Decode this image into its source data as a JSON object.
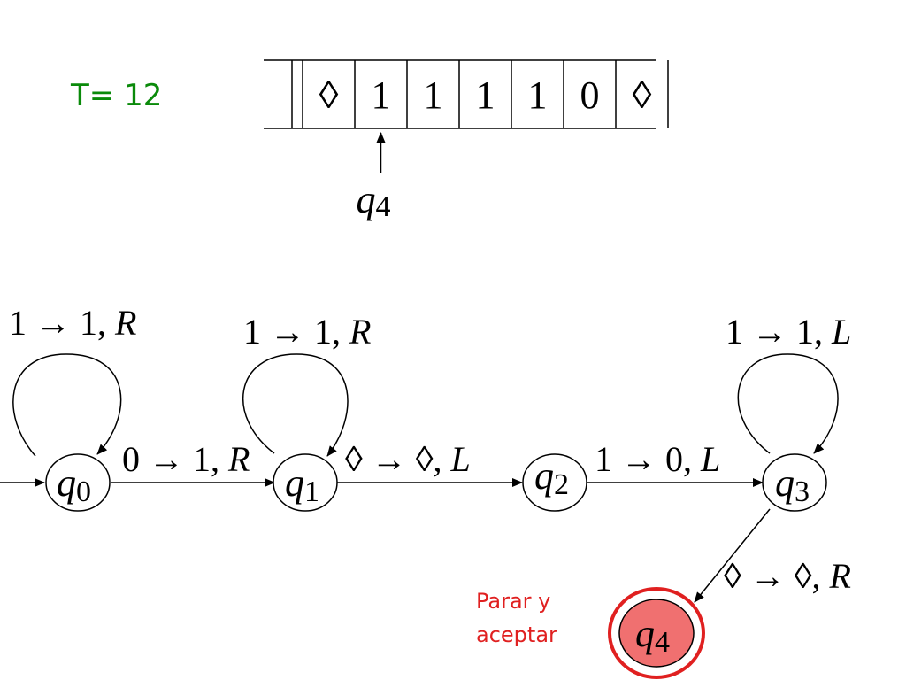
{
  "time": {
    "label": "T= 12"
  },
  "tape": {
    "cells": [
      "◊",
      "1",
      "1",
      "1",
      "1",
      "0",
      "◊"
    ],
    "head_position": 1,
    "head_state_var": "q",
    "head_state_sub": "4"
  },
  "states": [
    {
      "id": "q0",
      "var": "q",
      "sub": "0",
      "accepting": false,
      "initial": true
    },
    {
      "id": "q1",
      "var": "q",
      "sub": "1",
      "accepting": false,
      "initial": false
    },
    {
      "id": "q2",
      "var": "q",
      "sub": "2",
      "accepting": false,
      "initial": false
    },
    {
      "id": "q3",
      "var": "q",
      "sub": "3",
      "accepting": false,
      "initial": false
    },
    {
      "id": "q4",
      "var": "q",
      "sub": "4",
      "accepting": true,
      "initial": false
    }
  ],
  "transitions": [
    {
      "from": "q0",
      "to": "q0",
      "read": "1",
      "write": "1",
      "move": "R"
    },
    {
      "from": "q0",
      "to": "q1",
      "read": "0",
      "write": "1",
      "move": "R"
    },
    {
      "from": "q1",
      "to": "q1",
      "read": "1",
      "write": "1",
      "move": "R"
    },
    {
      "from": "q1",
      "to": "q2",
      "read": "◊",
      "write": "◊",
      "move": "L"
    },
    {
      "from": "q2",
      "to": "q3",
      "read": "1",
      "write": "0",
      "move": "L"
    },
    {
      "from": "q3",
      "to": "q3",
      "read": "1",
      "write": "1",
      "move": "L"
    },
    {
      "from": "q3",
      "to": "q4",
      "read": "◊",
      "write": "◊",
      "move": "R"
    }
  ],
  "note": {
    "line1": "Parar y",
    "line2": "aceptar"
  },
  "colors": {
    "accept_fill": "#f07070",
    "accept_ring": "#e02020",
    "time_label": "#0a8a0a",
    "note": "#e02020"
  }
}
